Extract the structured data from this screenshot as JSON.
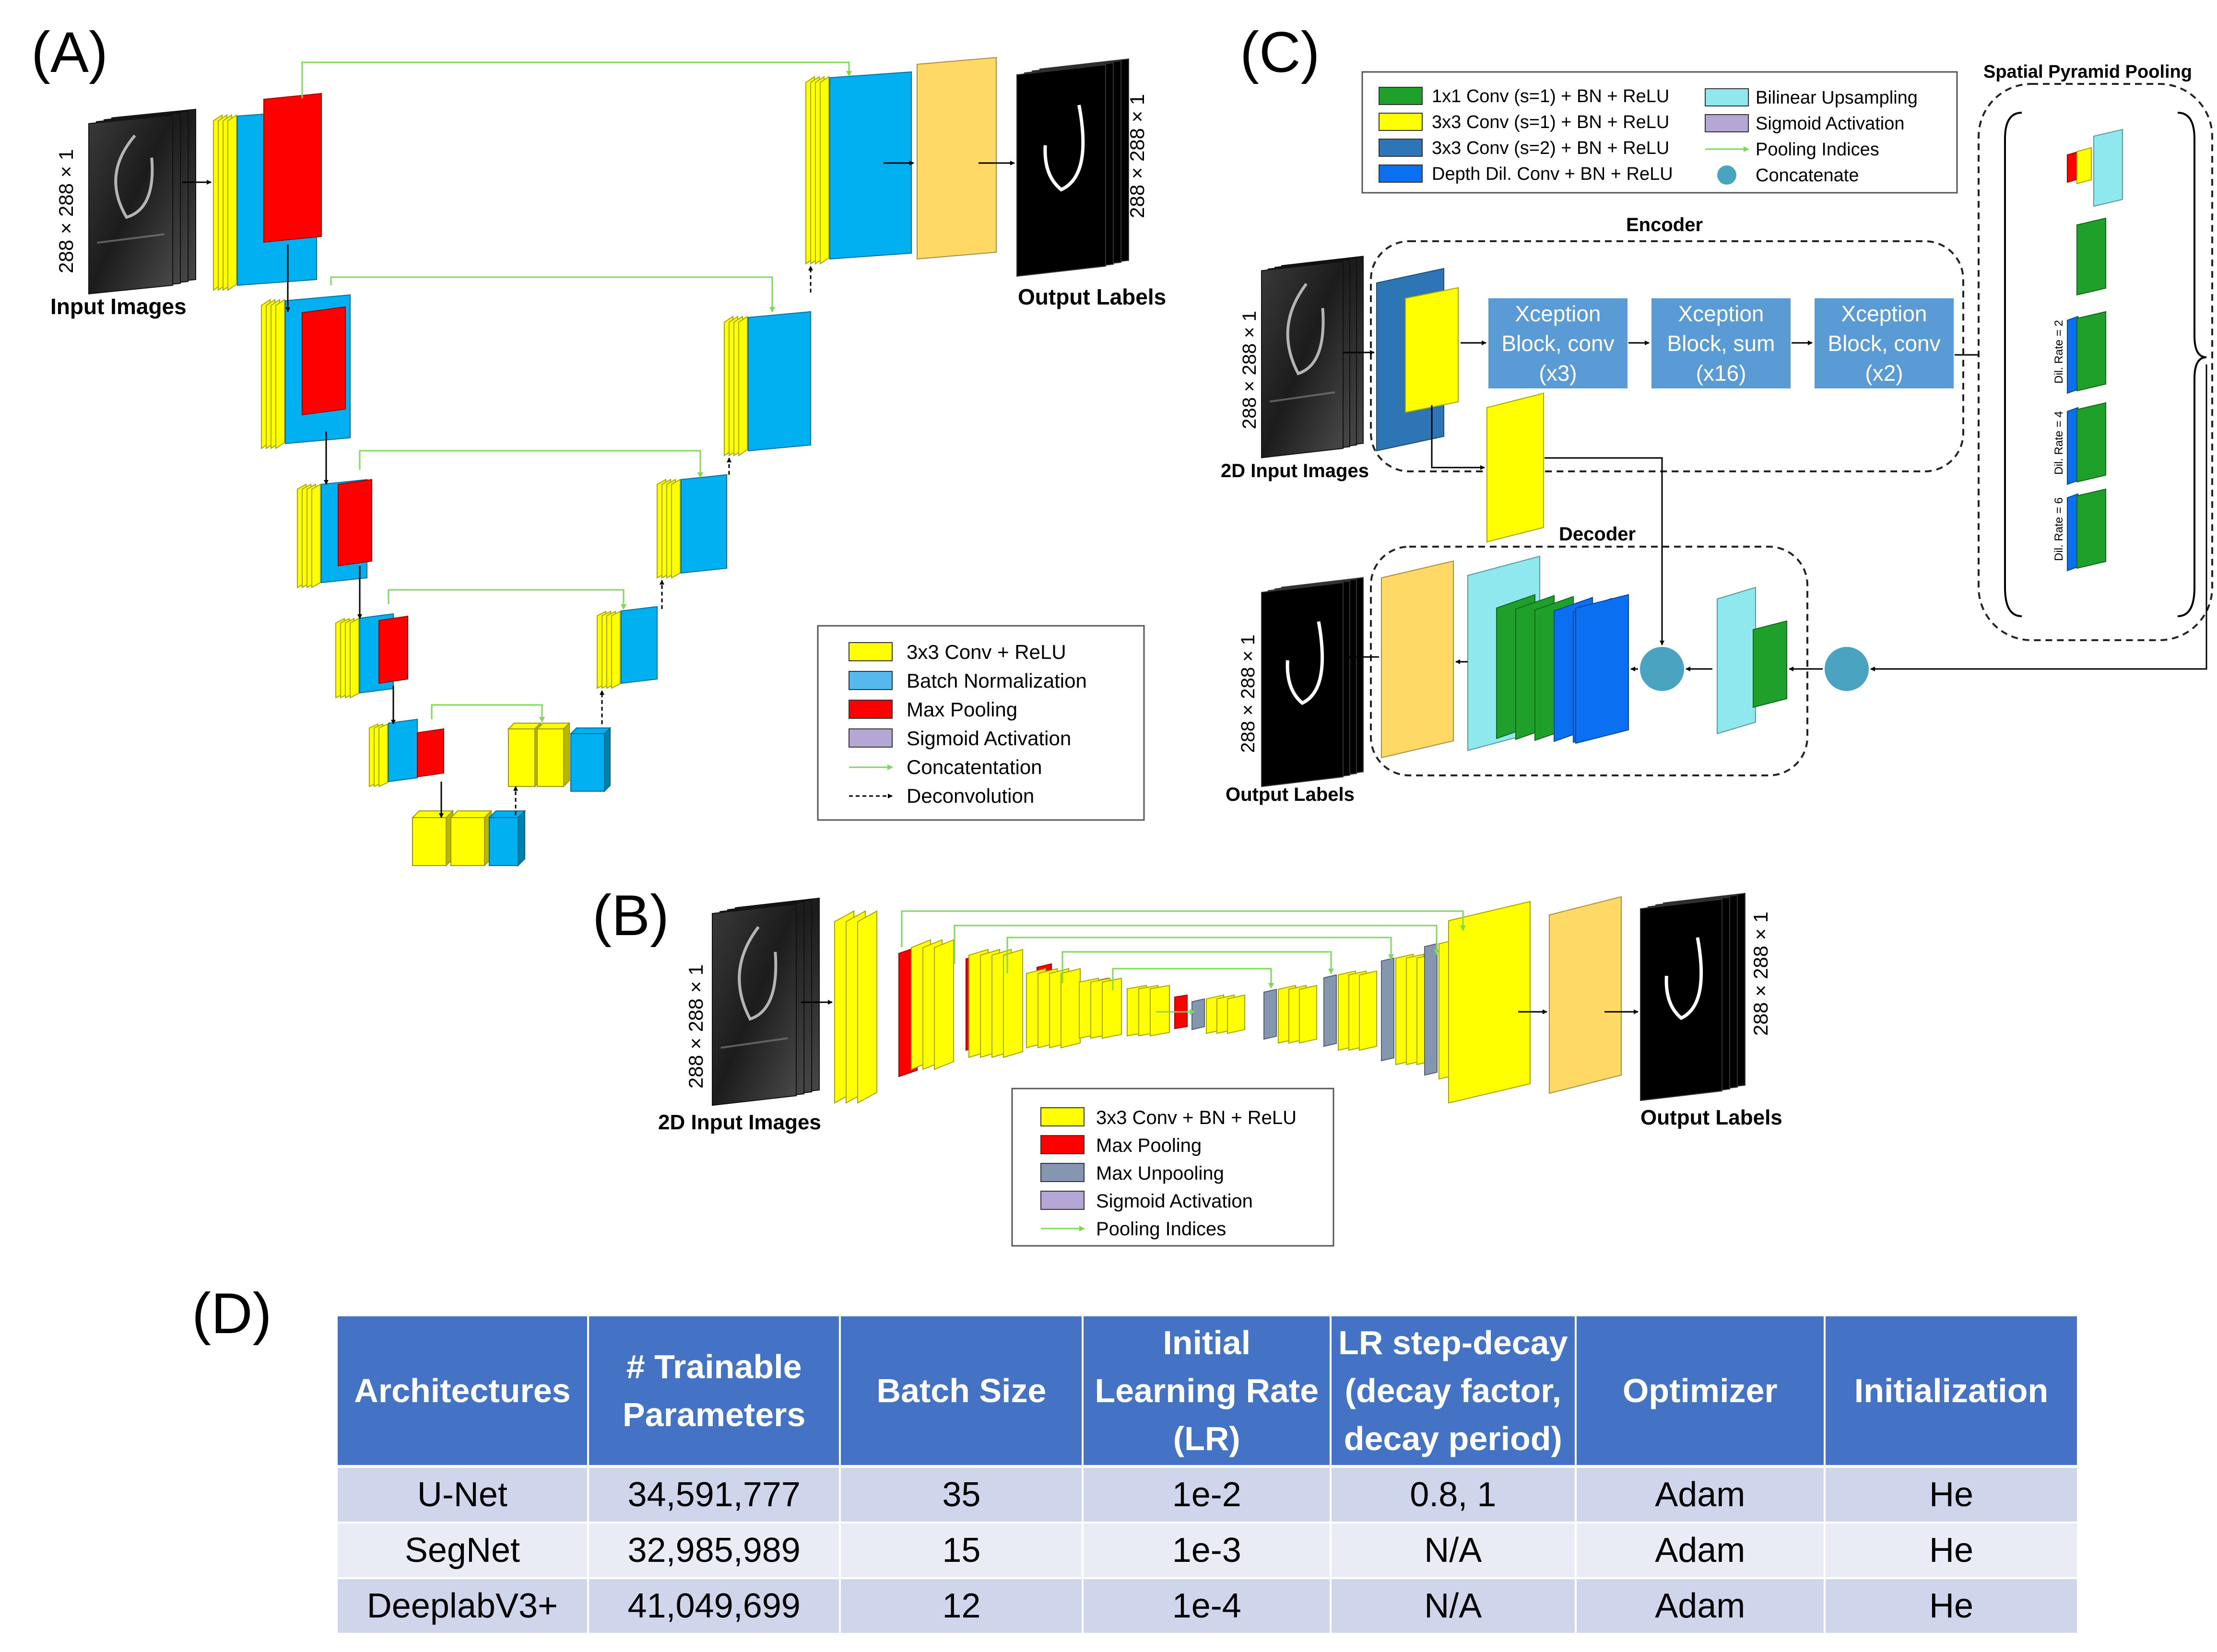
{
  "colors": {
    "conv_yellow": "#ffff00",
    "bn_blue": "#00b0f0",
    "pool_red": "#ff0000",
    "sigmoid_gold": "#ffd966",
    "unpool_gray": "#8496b0",
    "green": "#1ea02a",
    "steel": "#2e75b6",
    "xception_box": "#5b9bd5",
    "cyan": "#8ee8ee",
    "concat_dot": "#4aa3c0",
    "skip_line": "#7ed957",
    "table_header": "#4472c4"
  },
  "panel_a": {
    "label": "(A)",
    "input_dim": "288 × 288 × 1",
    "input_caption": "Input Images",
    "output_dim": "288 × 288 × 1",
    "output_caption": "Output Labels",
    "legend": [
      {
        "label": "3x3 Conv + ReLU",
        "swatch": "conv-yellow"
      },
      {
        "label": "Batch Normalization",
        "swatch": "bn-blue"
      },
      {
        "label": "Max Pooling",
        "swatch": "pool-red"
      },
      {
        "label": "Sigmoid Activation",
        "swatch": "sigmoid-lavender"
      },
      {
        "label": "Concatentation",
        "swatch": "green-arrow"
      },
      {
        "label": "Deconvolution",
        "swatch": "dashed-arrow"
      }
    ]
  },
  "panel_b": {
    "label": "(B)",
    "input_dim": "288 × 288 × 1",
    "input_caption": "2D Input Images",
    "output_dim": "288 × 288 × 1",
    "output_caption": "Output Labels",
    "legend": [
      {
        "label": "3x3 Conv + BN + ReLU",
        "swatch": "conv-yellow"
      },
      {
        "label": "Max Pooling",
        "swatch": "pool-red"
      },
      {
        "label": "Max Unpooling",
        "swatch": "unpool-gray"
      },
      {
        "label": "Sigmoid Activation",
        "swatch": "sigmoid-lavender"
      },
      {
        "label": "Pooling Indices",
        "swatch": "green-arrow"
      }
    ]
  },
  "panel_c": {
    "label": "(C)",
    "input_dim": "288 × 288 × 1",
    "input_caption": "2D Input Images",
    "output_dim": "288 × 288 × 1",
    "output_caption": "Output Labels",
    "encoder_title": "Encoder",
    "decoder_title": "Decoder",
    "spp_title": "Spatial Pyramid Pooling",
    "xception_blocks": [
      {
        "line1": "Xception",
        "line2": "Block, conv",
        "line3": "(x3)"
      },
      {
        "line1": "Xception",
        "line2": "Block, sum",
        "line3": "(x16)"
      },
      {
        "line1": "Xception",
        "line2": "Block, conv",
        "line3": "(x2)"
      }
    ],
    "dil_rates": [
      "Dil. Rate = 2",
      "Dil. Rate = 4",
      "Dil. Rate = 6"
    ],
    "legend_left": [
      {
        "label": "1x1 Conv (s=1) + BN + ReLU",
        "swatch": "green"
      },
      {
        "label": "3x3 Conv (s=1) + BN + ReLU",
        "swatch": "yellow"
      },
      {
        "label": "3x3 Conv (s=2) + BN + ReLU",
        "swatch": "steel"
      },
      {
        "label": "Depth Dil. Conv + BN + ReLU",
        "swatch": "blue"
      }
    ],
    "legend_right": [
      {
        "label": "Bilinear Upsampling",
        "swatch": "cyan"
      },
      {
        "label": "Sigmoid Activation",
        "swatch": "lavender"
      },
      {
        "label": "Pooling Indices",
        "swatch": "green-arrow"
      },
      {
        "label": "Concatenate",
        "swatch": "dot"
      }
    ]
  },
  "panel_d": {
    "label": "(D)",
    "headers": [
      [
        "Architectures"
      ],
      [
        "# Trainable",
        "Parameters"
      ],
      [
        "Batch Size"
      ],
      [
        "Initial",
        "Learning Rate",
        "(LR)"
      ],
      [
        "LR step-decay",
        "(decay factor,",
        "decay period)"
      ],
      [
        "Optimizer"
      ],
      [
        "Initialization"
      ]
    ],
    "rows": [
      [
        "U-Net",
        "34,591,777",
        "35",
        "1e-2",
        "0.8, 1",
        "Adam",
        "He"
      ],
      [
        "SegNet",
        "32,985,989",
        "15",
        "1e-3",
        "N/A",
        "Adam",
        "He"
      ],
      [
        "DeeplabV3+",
        "41,049,699",
        "12",
        "1e-4",
        "N/A",
        "Adam",
        "He"
      ]
    ]
  }
}
